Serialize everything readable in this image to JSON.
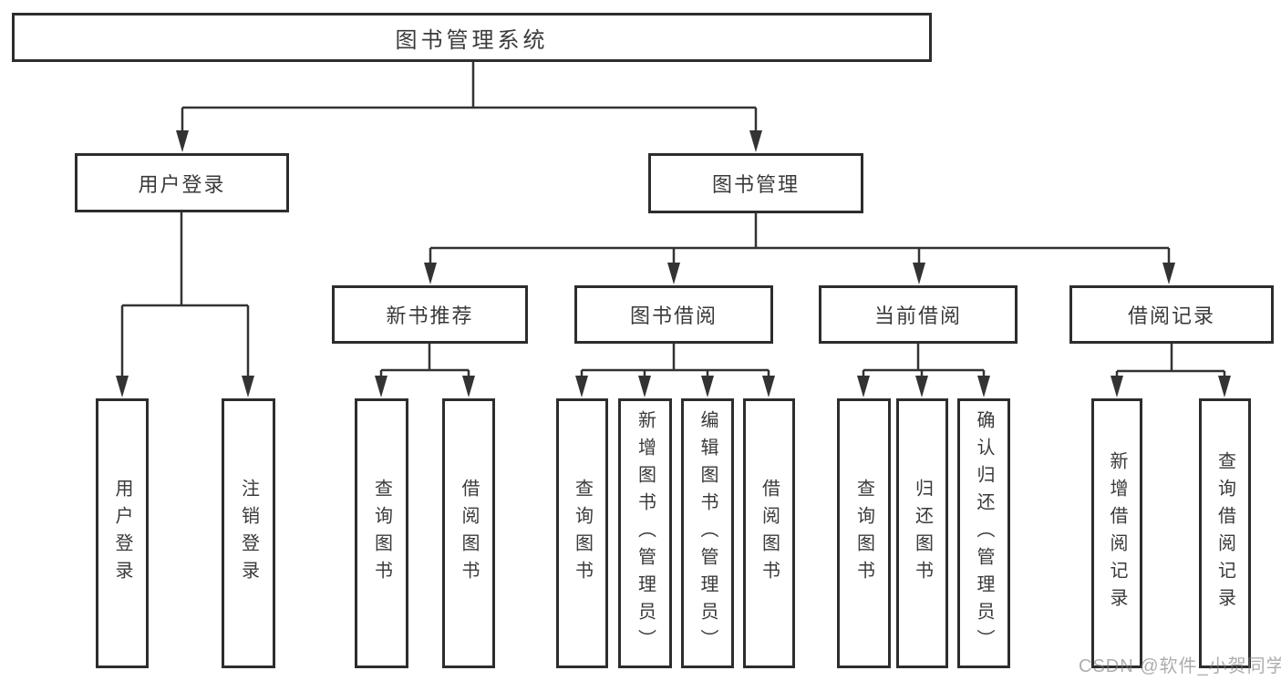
{
  "tree": {
    "root": {
      "label": "图书管理系统"
    },
    "children": [
      {
        "label": "用户登录",
        "children": [
          {
            "label": "用户登录"
          },
          {
            "label": "注销登录"
          }
        ]
      },
      {
        "label": "图书管理",
        "children": [
          {
            "label": "新书推荐",
            "children": [
              {
                "label": "查询图书"
              },
              {
                "label": "借阅图书"
              }
            ]
          },
          {
            "label": "图书借阅",
            "children": [
              {
                "label": "查询图书"
              },
              {
                "label": "新增图书（管理员）"
              },
              {
                "label": "编辑图书（管理员）"
              },
              {
                "label": "借阅图书"
              }
            ]
          },
          {
            "label": "当前借阅",
            "children": [
              {
                "label": "查询图书"
              },
              {
                "label": "归还图书"
              },
              {
                "label": "确认归还（管理员）"
              }
            ]
          },
          {
            "label": "借阅记录",
            "children": [
              {
                "label": "新增借阅记录"
              },
              {
                "label": "查询借阅记录"
              }
            ]
          }
        ]
      }
    ]
  },
  "watermark": {
    "text": "CSDN @软件_小贺同学"
  },
  "colors": {
    "background": "#ffffff",
    "box_border": "#2d2d2d",
    "line": "#333333",
    "text": "#3a3a3a",
    "watermark": "#7a7a7a"
  }
}
